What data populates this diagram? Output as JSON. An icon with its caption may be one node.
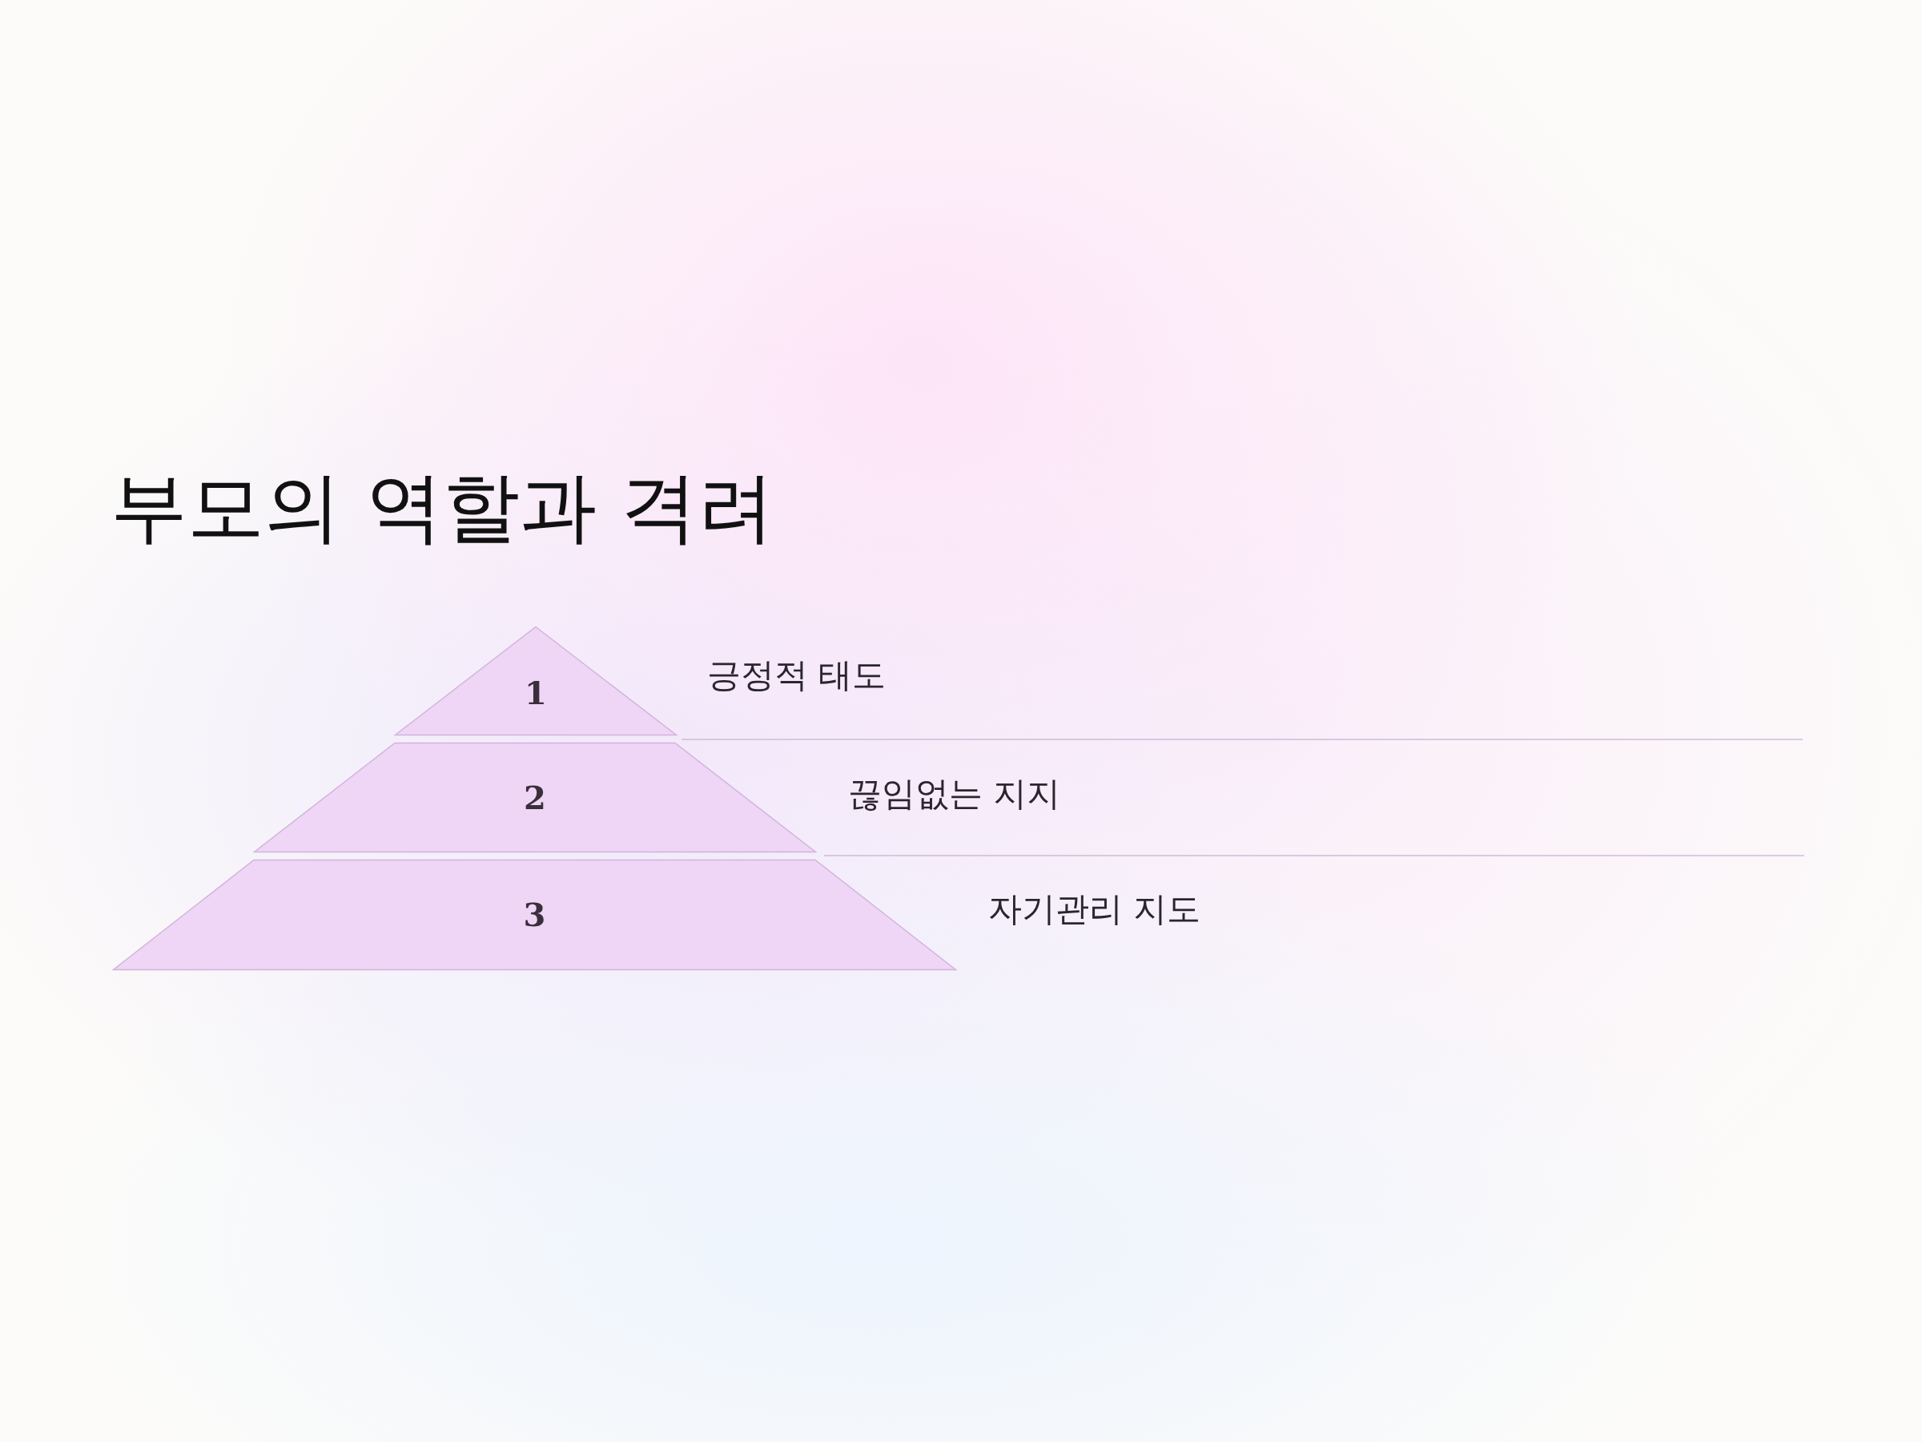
{
  "diagram": {
    "title": "부모의 역할과 격려",
    "nodes": [
      {
        "text": [
          "1"
        ],
        "beside": [
          "긍정적 태도"
        ]
      },
      {
        "text": [
          "2"
        ],
        "beside": [
          "끊임없는 지지"
        ]
      },
      {
        "text": [
          "3"
        ],
        "beside": [
          "자기관리 지도"
        ]
      }
    ]
  }
}
